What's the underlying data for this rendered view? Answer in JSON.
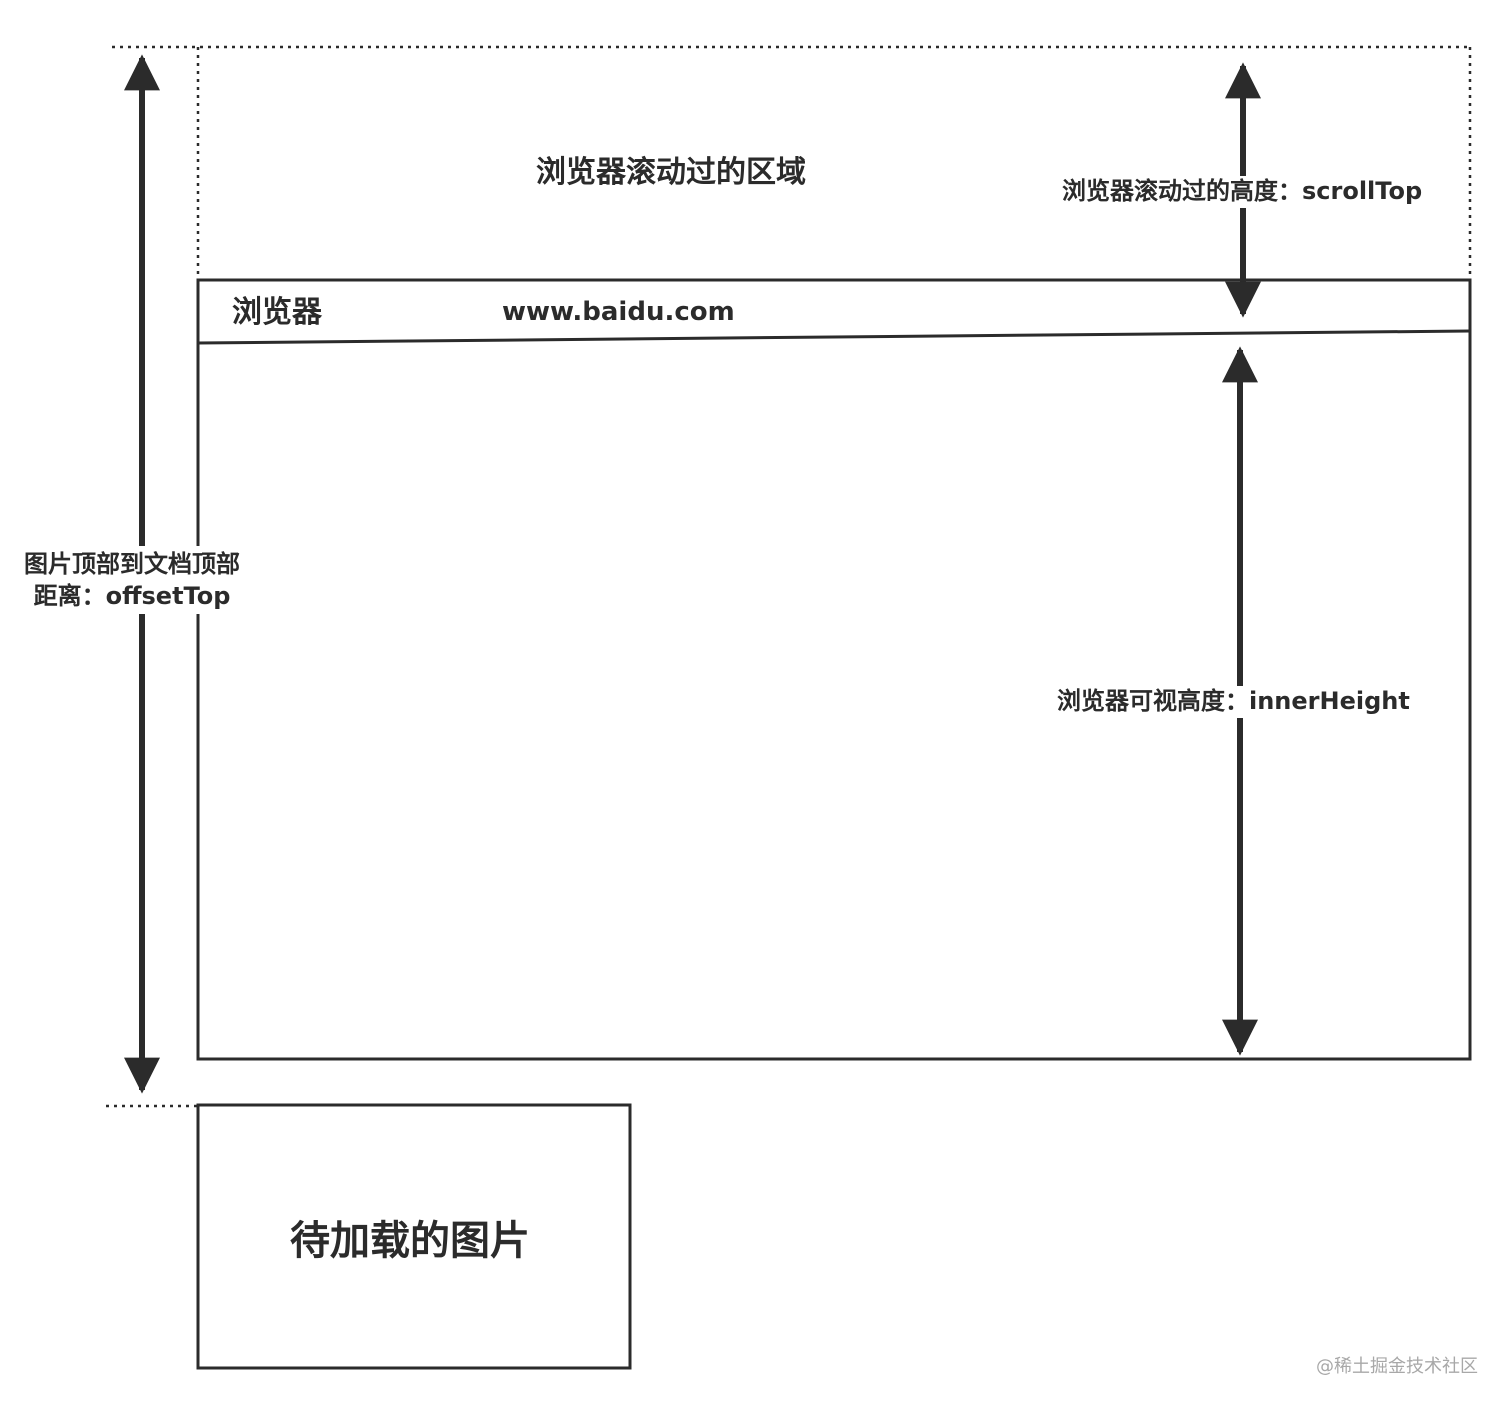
{
  "labels": {
    "scrolled_area": "浏览器滚动过的区域",
    "scroll_top": "浏览器滚动过的高度：scrollTop",
    "browser": "浏览器",
    "url": "www.baidu.com",
    "offset_top_line1": "图片顶部到文档顶部",
    "offset_top_line2": "距离：offsetTop",
    "inner_height": "浏览器可视高度：innerHeight",
    "image_to_load": "待加载的图片"
  },
  "watermark": "@稀土掘金技术社区",
  "colors": {
    "line": "#2b2b2b",
    "text": "#2b2b2b",
    "watermark": "#a8a8a8",
    "background": "#ffffff"
  }
}
